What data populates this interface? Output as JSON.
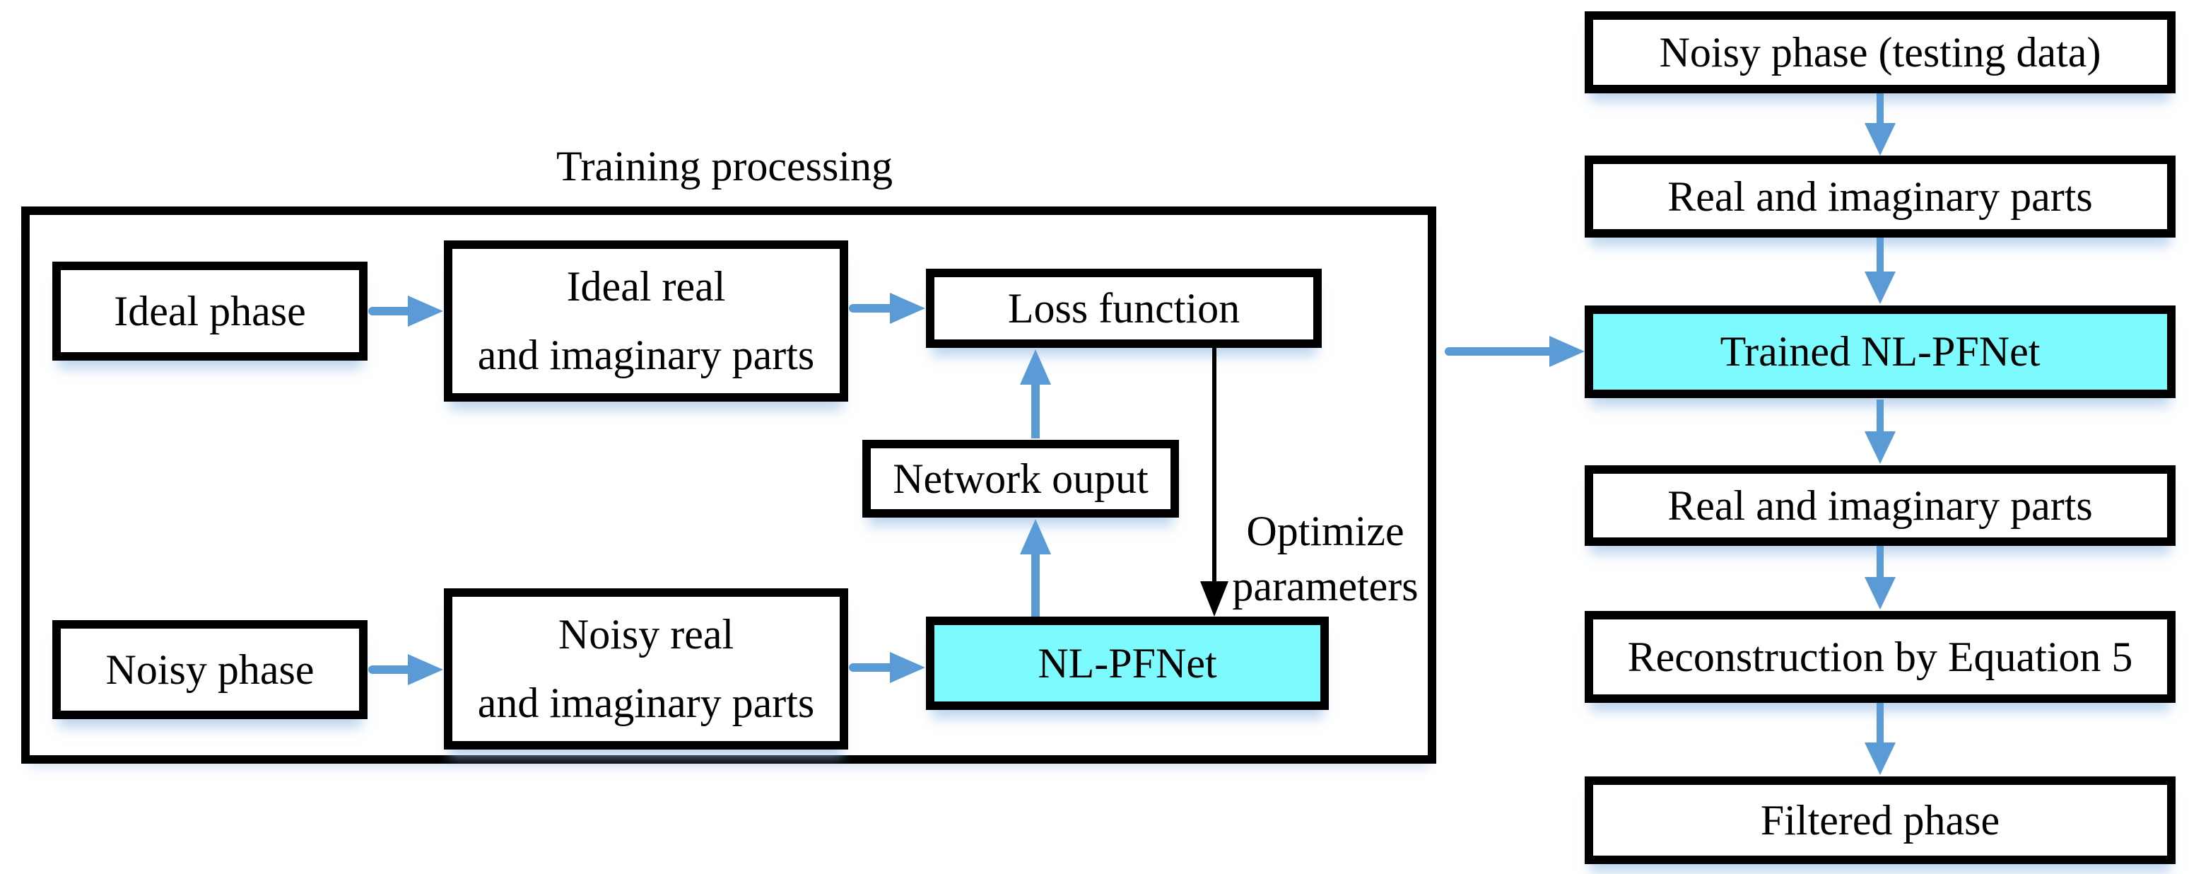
{
  "colors": {
    "arrow_blue": "#5b9bd5",
    "box_cyan": "#7dfafd",
    "border_black": "#000000"
  },
  "training": {
    "title": "Training processing",
    "ideal_phase": "Ideal phase",
    "ideal_parts": [
      "Ideal real",
      "and imaginary parts"
    ],
    "loss_function": "Loss function",
    "network_output": "Network ouput",
    "optimize_label": [
      "Optimize",
      "parameters"
    ],
    "nl_pfnet": "NL-PFNet",
    "noisy_phase": "Noisy phase",
    "noisy_parts": [
      "Noisy real",
      "and imaginary parts"
    ]
  },
  "testing": {
    "steps": [
      {
        "label": "Noisy phase (testing data)",
        "highlighted": false
      },
      {
        "label": "Real and imaginary parts",
        "highlighted": false
      },
      {
        "label": "Trained NL-PFNet",
        "highlighted": true
      },
      {
        "label": "Real and imaginary parts",
        "highlighted": false
      },
      {
        "label": "Reconstruction by Equation 5",
        "highlighted": false
      },
      {
        "label": "Filtered phase",
        "highlighted": false
      }
    ]
  }
}
